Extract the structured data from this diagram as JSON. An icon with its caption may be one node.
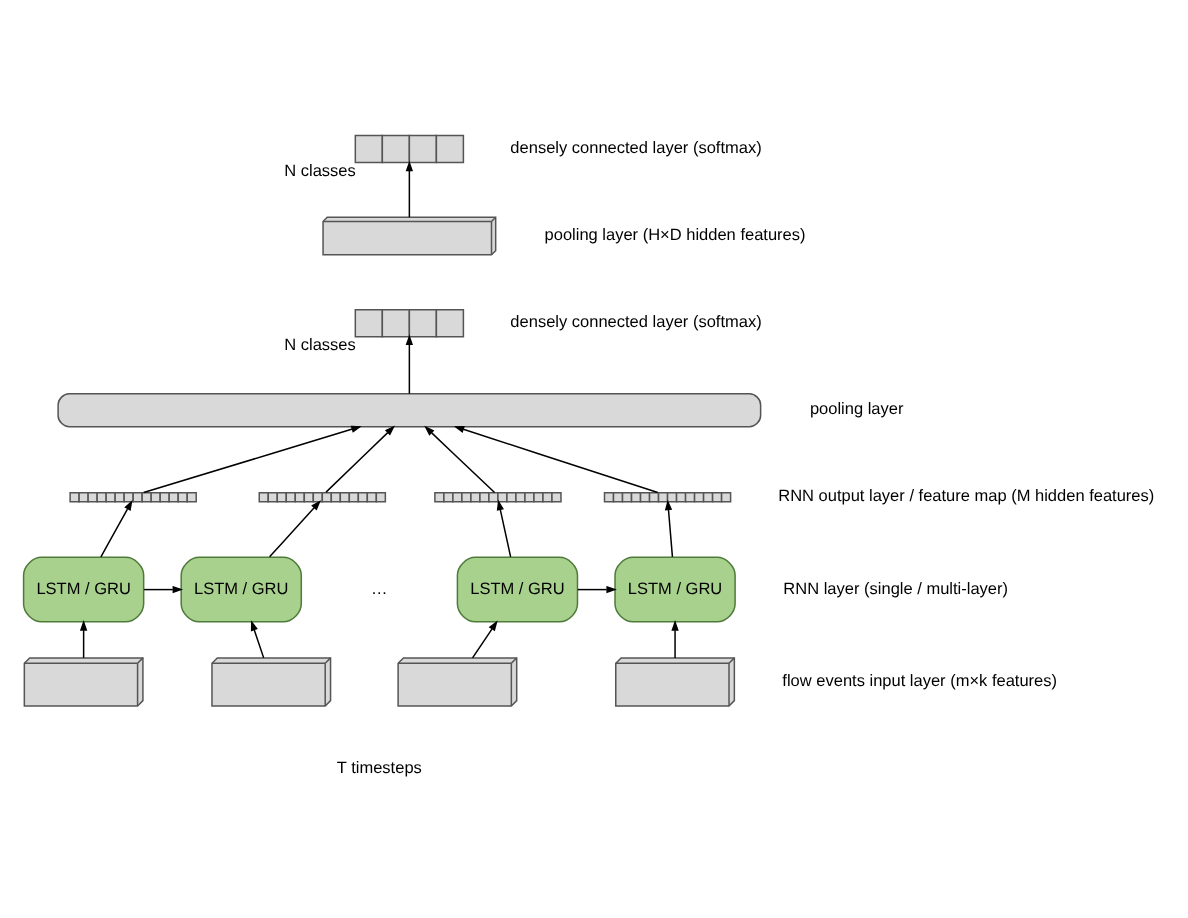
{
  "diagram": {
    "nodes": [
      {
        "text": [],
        "shape": "bar",
        "beside": [
          "N classes"
        ]
      },
      {
        "text": [],
        "shape": "box"
      },
      {
        "text": [],
        "shape": "bar",
        "beside": [
          "N classes"
        ]
      },
      {
        "text": [],
        "shape": "bar"
      },
      {
        "text": [],
        "shape": "bar"
      },
      {
        "text": [],
        "shape": "bar"
      },
      {
        "text": [],
        "shape": "bar"
      },
      {
        "text": [],
        "shape": "bar"
      },
      {
        "text": [
          "LSTM / GRU"
        ]
      },
      {
        "text": [
          "LSTM / GRU"
        ]
      },
      {
        "text": [
          "LSTM / GRU"
        ]
      },
      {
        "text": [
          "LSTM / GRU"
        ]
      },
      {
        "text": [],
        "shape": "box"
      },
      {
        "text": [],
        "shape": "box"
      },
      {
        "text": [],
        "shape": "box"
      },
      {
        "text": [],
        "shape": "box"
      }
    ],
    "edges": [
      {
        "from": 1,
        "to": 0,
        "arrow": "to"
      },
      {
        "from": 3,
        "to": 2,
        "arrow": "to"
      },
      {
        "from": 4,
        "to": 3,
        "arrow": "to"
      },
      {
        "from": 5,
        "to": 3,
        "arrow": "to"
      },
      {
        "from": 6,
        "to": 3,
        "arrow": "to"
      },
      {
        "from": 7,
        "to": 3,
        "arrow": "to"
      },
      {
        "from": 8,
        "to": 4,
        "arrow": "to"
      },
      {
        "from": 9,
        "to": 5,
        "arrow": "to"
      },
      {
        "from": 10,
        "to": 6,
        "arrow": "to"
      },
      {
        "from": 11,
        "to": 7,
        "arrow": "to"
      },
      {
        "from": 8,
        "to": 9,
        "arrow": "to"
      },
      {
        "from": 10,
        "to": 11,
        "arrow": "to"
      },
      {
        "from": 12,
        "to": 8,
        "arrow": "to"
      },
      {
        "from": 13,
        "to": 9,
        "arrow": "to"
      },
      {
        "from": 14,
        "to": 10,
        "arrow": "to"
      },
      {
        "from": 15,
        "to": 11,
        "arrow": "to"
      }
    ],
    "labels": [
      "densely connected layer (softmax)",
      "pooling layer (H×D hidden features)",
      "densely connected layer (softmax)",
      "pooling layer",
      "RNN output layer / feature map (M hidden features)",
      "RNN layer (single / multi-layer)",
      "…",
      "flow events input layer (m×k features)",
      "T timesteps"
    ]
  }
}
